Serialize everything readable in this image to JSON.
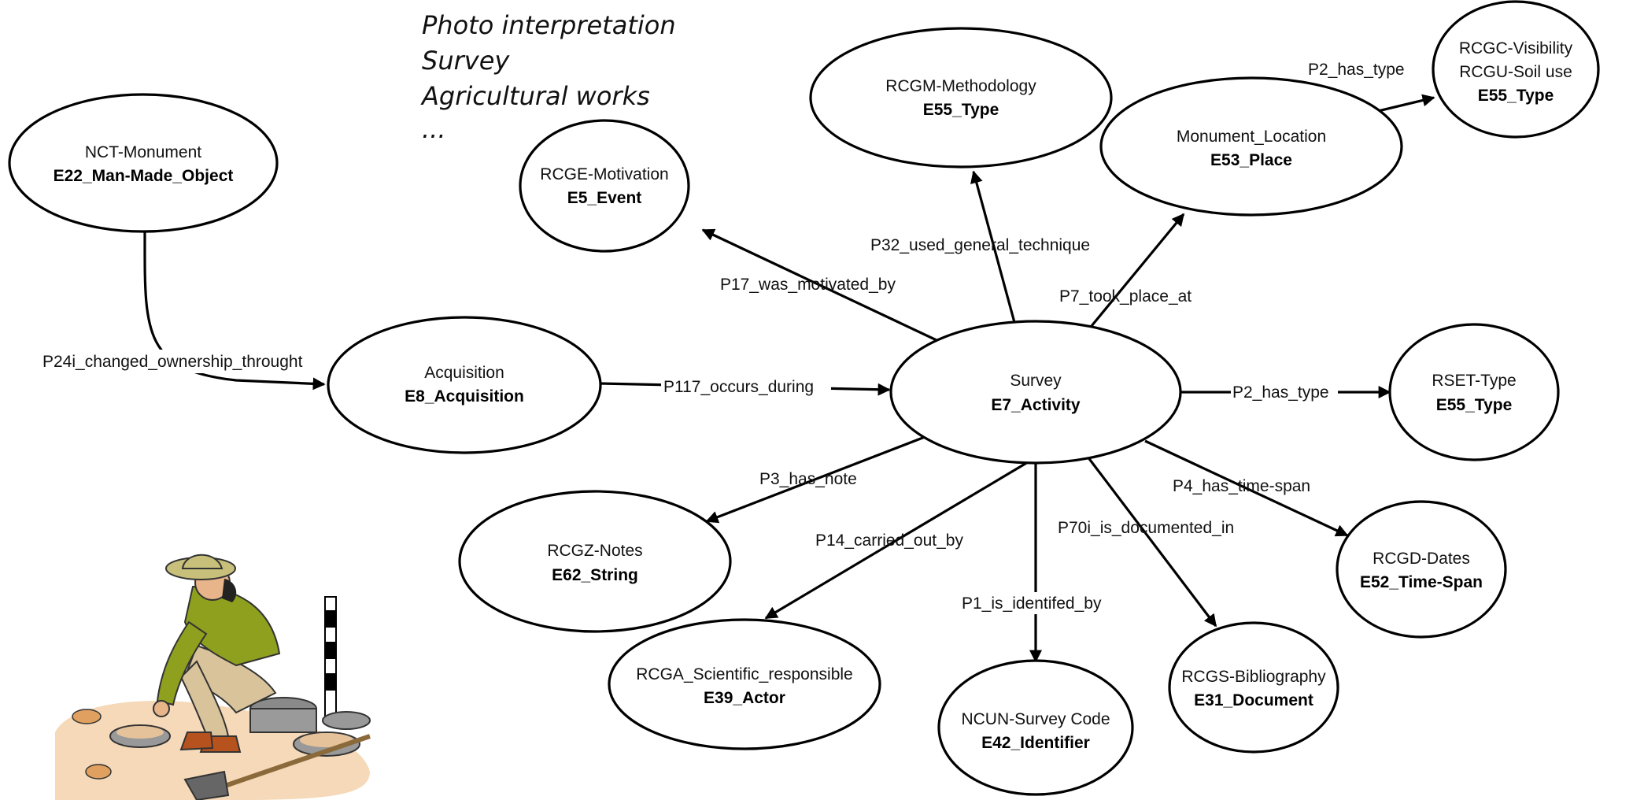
{
  "methodology_examples": [
    "Photo interpretation",
    "Survey",
    "Agricultural works",
    "..."
  ],
  "nodes": {
    "nct_monument": {
      "label": "NCT-Monument",
      "class": "E22_Man-Made_Object"
    },
    "acquisition": {
      "label": "Acquisition",
      "class": "E8_Acquisition"
    },
    "rcge_motivation": {
      "label": "RCGE-Motivation",
      "class": "E5_Event"
    },
    "rcgm_methodology": {
      "label": "RCGM-Methodology",
      "class": "E55_Type"
    },
    "monument_location": {
      "label": "Monument_Location",
      "class": "E53_Place"
    },
    "rcgc_visibility": {
      "label": "RCGC-Visibility",
      "label2": "RCGU-Soil use",
      "class": "E55_Type"
    },
    "survey": {
      "label": "Survey",
      "class": "E7_Activity"
    },
    "rset_type": {
      "label": "RSET-Type",
      "class": "E55_Type"
    },
    "rcgz_notes": {
      "label": "RCGZ-Notes",
      "class": "E62_String"
    },
    "rcga_responsible": {
      "label": "RCGA_Scientific_responsible",
      "class": "E39_Actor"
    },
    "ncun_survey_code": {
      "label": "NCUN-Survey Code",
      "class": "E42_Identifier"
    },
    "rcgs_bibliography": {
      "label": "RCGS-Bibliography",
      "class": "E31_Document"
    },
    "rcgd_dates": {
      "label": "RCGD-Dates",
      "class": "E52_Time-Span"
    }
  },
  "edges": {
    "p24i": "P24i_changed_ownership_throught",
    "p117": "P117_occurs_during",
    "p17": "P17_was_motivated_by",
    "p32": "P32_used_general_technique",
    "p7": "P7_took_place_at",
    "p2_place": "P2_has_type",
    "p2_survey": "P2_has_type",
    "p3": "P3_has_note",
    "p14": "P14_carried_out_by",
    "p1": "P1_is_identifed_by",
    "p70i": "P70i_is_documented_in",
    "p4": "P4_has_time-span"
  },
  "colors": {
    "stroke": "#000000",
    "background": "#ffffff"
  }
}
